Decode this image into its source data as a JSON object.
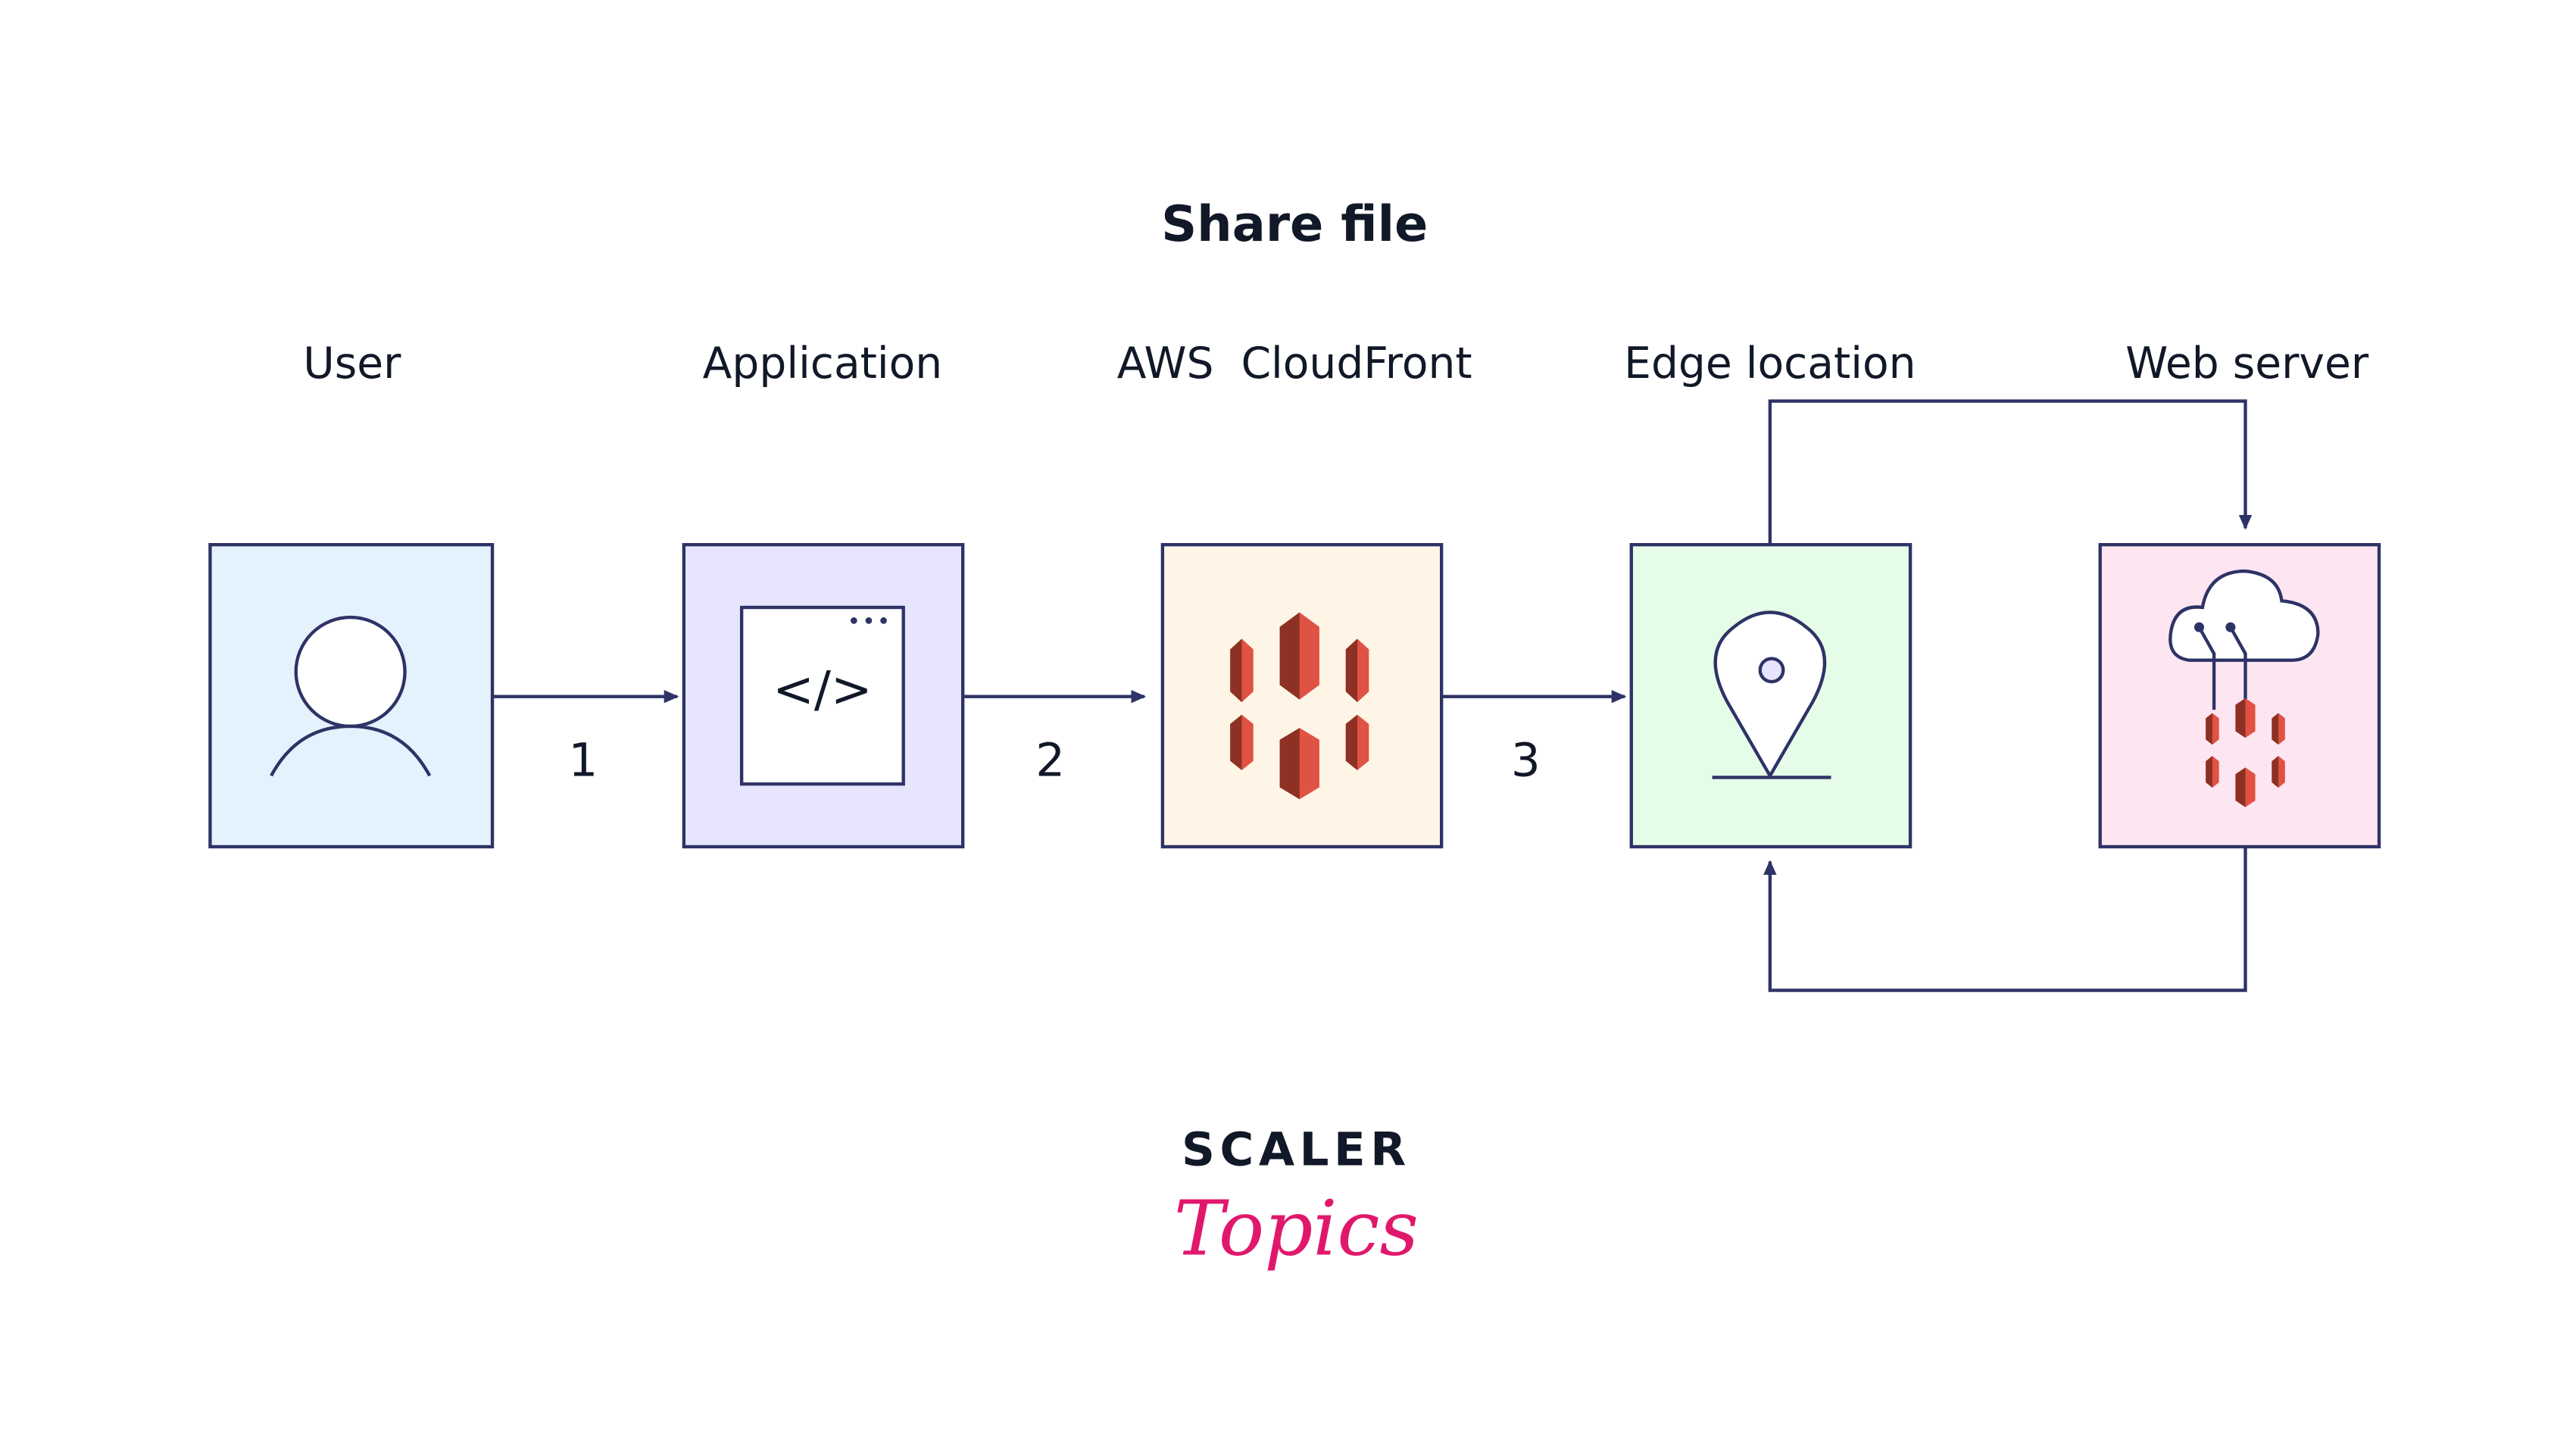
{
  "title": "Share file",
  "nodes": [
    {
      "label": "User",
      "icon": "user-icon",
      "color": "#e4f2fe"
    },
    {
      "label": "Application",
      "icon": "code-window-icon",
      "color": "#e7e5fd"
    },
    {
      "label": "AWS  CloudFront",
      "icon": "cloudfront-icon",
      "color": "#fef5e7"
    },
    {
      "label": "Edge location",
      "icon": "map-pin-icon",
      "color": "#e5fce9"
    },
    {
      "label": "Web server",
      "icon": "cloud-server-icon",
      "color": "#fde5f1"
    }
  ],
  "steps": [
    "1",
    "2",
    "3"
  ],
  "code_glyph": "</>",
  "logo": {
    "line1": "SCALER",
    "line2": "Topics",
    "color1": "#111827",
    "color2": "#e0186c"
  },
  "colors": {
    "stroke": "#2e3366",
    "aws_red": "#e05243",
    "aws_dark": "#8c3123"
  }
}
